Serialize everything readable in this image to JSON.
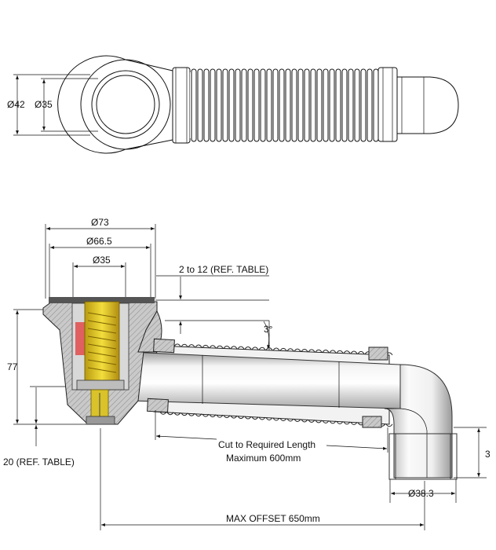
{
  "top_view": {
    "dims": {
      "outer_dia": "Ø42",
      "inner_dia": "Ø35"
    }
  },
  "section_view": {
    "dims": {
      "dia_73": "Ø73",
      "dia_66_5": "Ø66.5",
      "dia_35": "Ø35",
      "height_77": "77",
      "ref_2_to_12": "2 to 12 (REF. TABLE)",
      "angle": "3°",
      "cut_line1": "Cut to Required Length",
      "cut_line2": "Maximum 600mm",
      "ref_20": "20 (REF. TABLE)",
      "outlet_dia": "Ø38.3",
      "max_offset": "MAX OFFSET 650mm",
      "right_cut": "3"
    }
  }
}
